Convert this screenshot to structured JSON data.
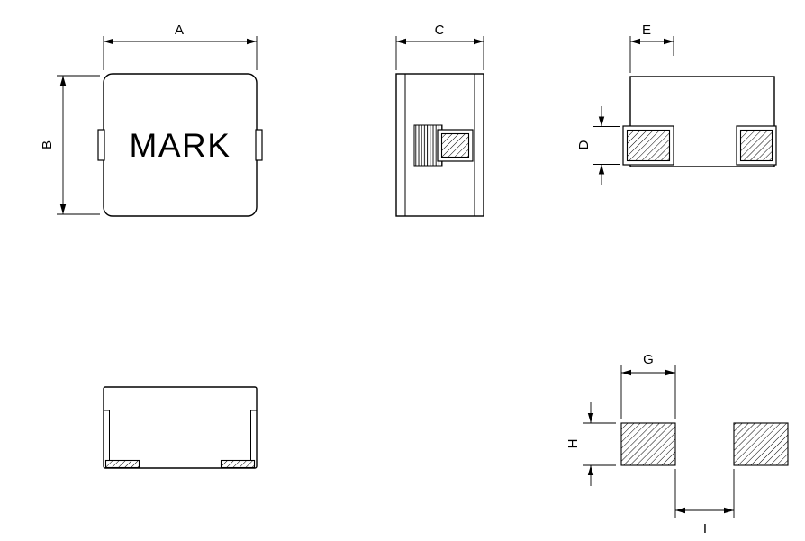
{
  "colors": {
    "line": "#000000",
    "background": "#ffffff"
  },
  "component": {
    "marking": "MARK"
  },
  "dimensions": {
    "a": "A",
    "b": "B",
    "c": "C",
    "d": "D",
    "e": "E",
    "g": "G",
    "h": "H",
    "i": "I"
  }
}
